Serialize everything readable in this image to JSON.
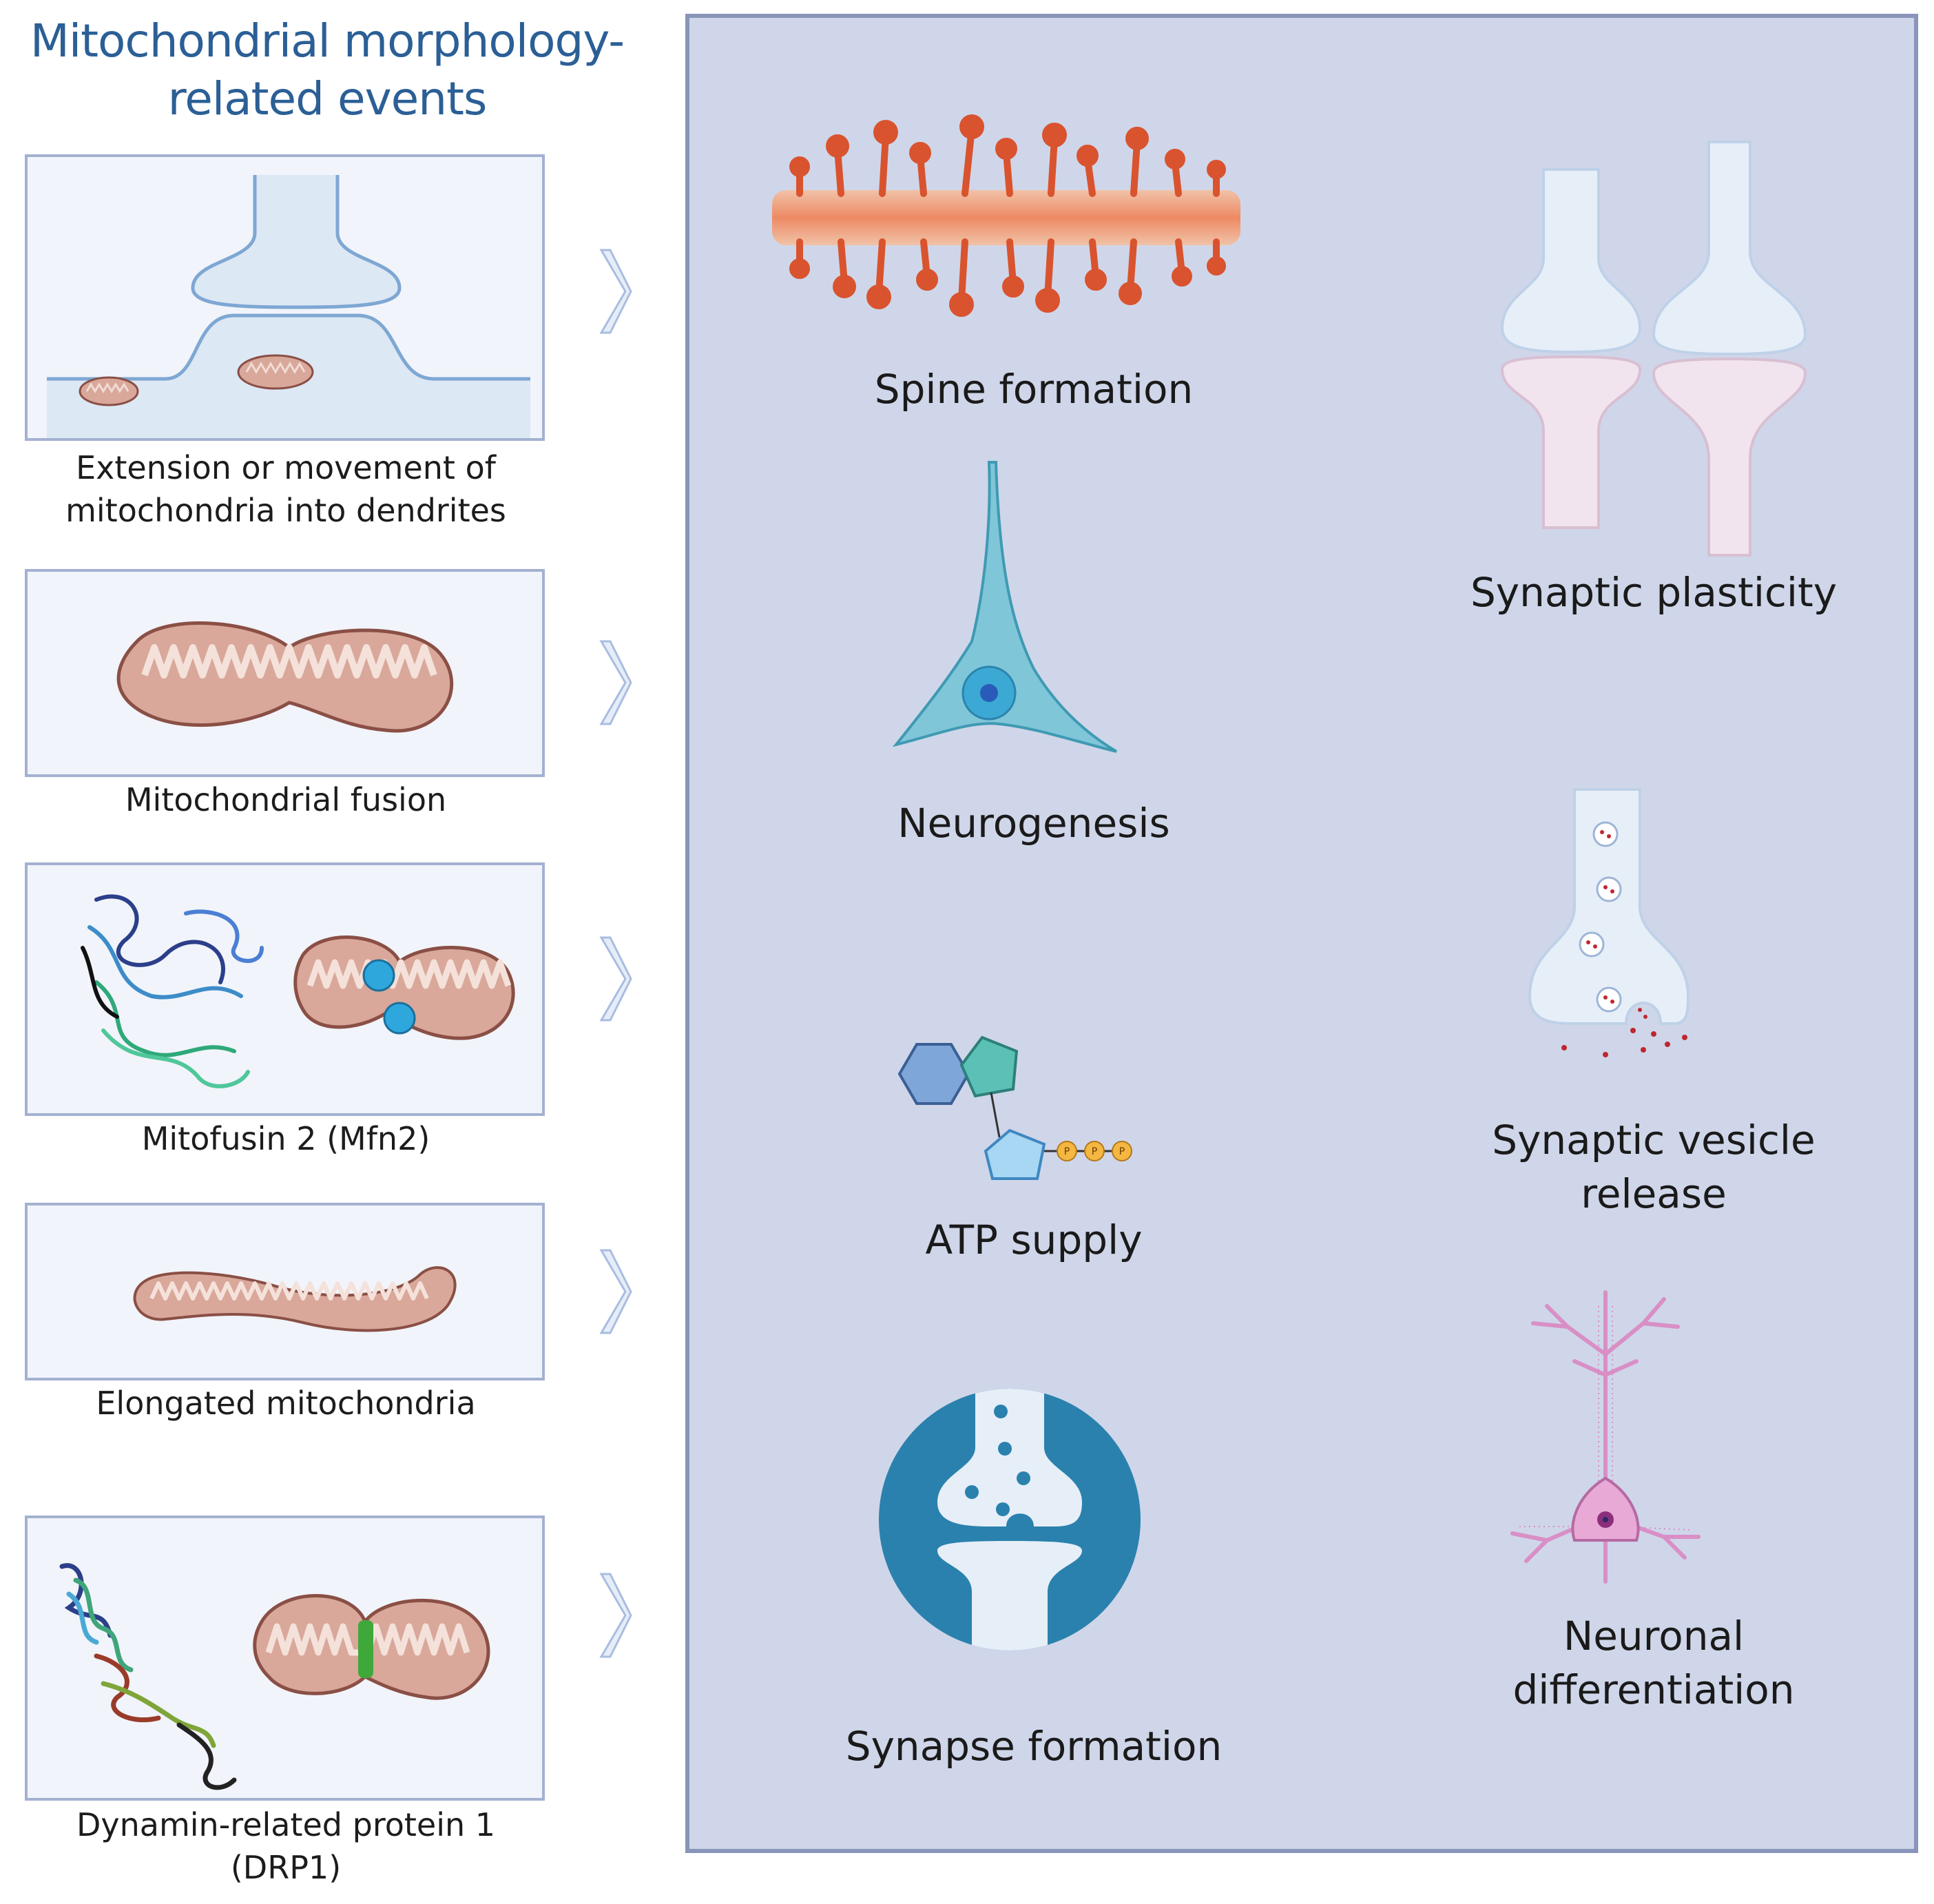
{
  "title": {
    "line1": "Mitochondrial morphology-",
    "line2": "related events"
  },
  "left_events": [
    {
      "line1": "Extension or movement of",
      "line2": "mitochondria into dendrites"
    },
    {
      "line1": "Mitochondrial fusion",
      "line2": ""
    },
    {
      "line1": "Mitofusin 2 (Mfn2)",
      "line2": ""
    },
    {
      "line1": "Elongated mitochondria",
      "line2": ""
    },
    {
      "line1": "Dynamin-related protein 1",
      "line2": "(DRP1)"
    }
  ],
  "outcomes": [
    {
      "line1": "Spine formation",
      "line2": ""
    },
    {
      "line1": "Synaptic plasticity",
      "line2": ""
    },
    {
      "line1": "Neurogenesis",
      "line2": ""
    },
    {
      "line1": "Synaptic vesicle",
      "line2": "release"
    },
    {
      "line1": "ATP supply",
      "line2": ""
    },
    {
      "line1": "Neuronal",
      "line2": "differentiation"
    },
    {
      "line1": "Synapse formation",
      "line2": ""
    }
  ],
  "atp_phosphate_label": "P",
  "colors": {
    "title": "#2b5f96",
    "panel_bg": "#cfd6e9",
    "panel_border": "#8995b9",
    "box_border": "#a3b1d1",
    "mito_fill": "#d9a89b",
    "mito_stroke": "#8a4f45",
    "spine": "#d9532f",
    "synapse_blue": "#2a81ad",
    "neuron_teal": "#7fc6d8",
    "neuron_pink": "#d98fc6"
  }
}
